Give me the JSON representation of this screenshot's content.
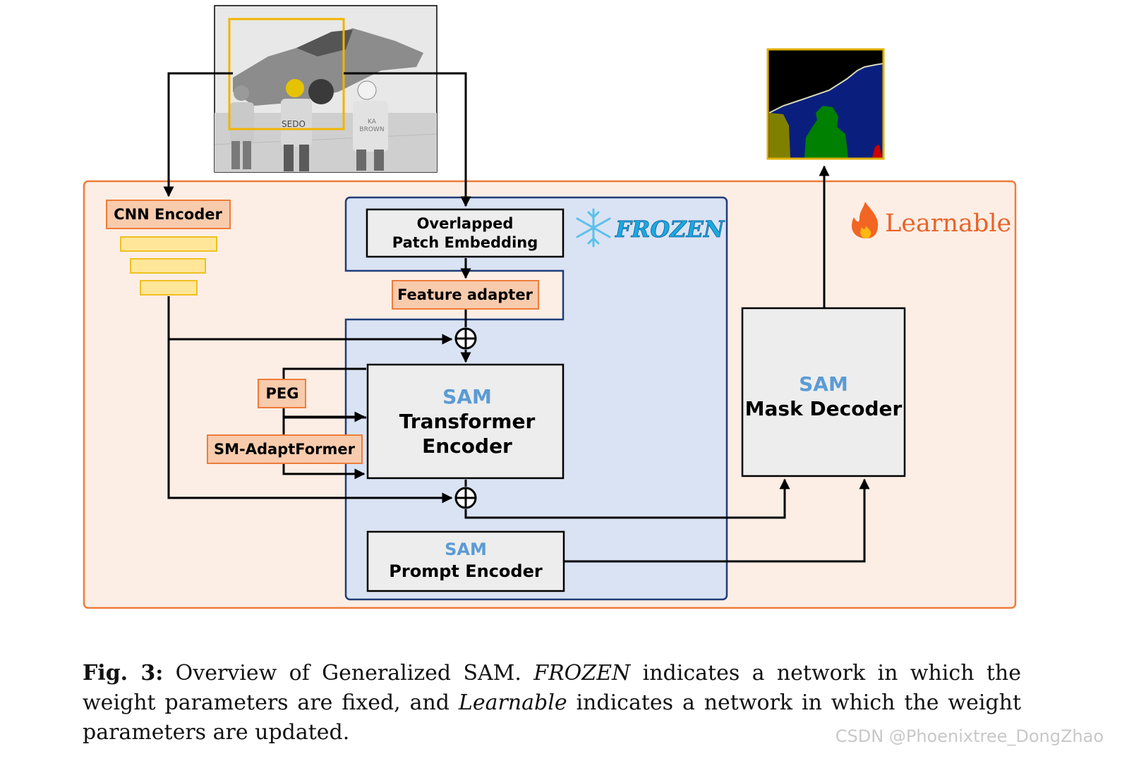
{
  "diagram": {
    "cnn_encoder": "CNN Encoder",
    "patch_embedding_line1": "Overlapped",
    "patch_embedding_line2": "Patch Embedding",
    "feature_adapter": "Feature adapter",
    "frozen_label": "FROZEN",
    "learnable_label": "Learnable",
    "peg": "PEG",
    "sm_adaptformer": "SM-AdaptFormer",
    "transformer_encoder": {
      "line1": "SAM",
      "line2": "Transformer",
      "line3": "Encoder"
    },
    "prompt_encoder": {
      "line1": "SAM",
      "line2": "Prompt Encoder"
    },
    "mask_decoder": {
      "line1": "SAM",
      "line2": "Mask Decoder"
    },
    "photo_text": {
      "sedo": "SEDO",
      "ka_brown_1": "KA",
      "ka_brown_2": "BROWN"
    }
  },
  "colors": {
    "learnable_fill": "#fdeee5",
    "learnable_border": "#ee7c3a",
    "frozen_fill": "#dae3f3",
    "frozen_border": "#1f3c78",
    "frozen_text": "#1ba9e0",
    "sam_blue": "#5b9bd5",
    "orange_box": "#f8cbad",
    "yellow_bar": "#ffe699",
    "mask_yellow": "#e0b000"
  },
  "caption": {
    "label": "Fig. 3:",
    "text_1": " Overview of Generalized SAM. ",
    "frozen_italic": "FROZEN",
    "text_2": " indicates a network in which the weight parameters are fixed, and ",
    "learnable_italic": "Learnable",
    "text_3": " indicates a network in which the weight parameters are updated."
  },
  "watermark": "CSDN @Phoenixtree_DongZhao"
}
